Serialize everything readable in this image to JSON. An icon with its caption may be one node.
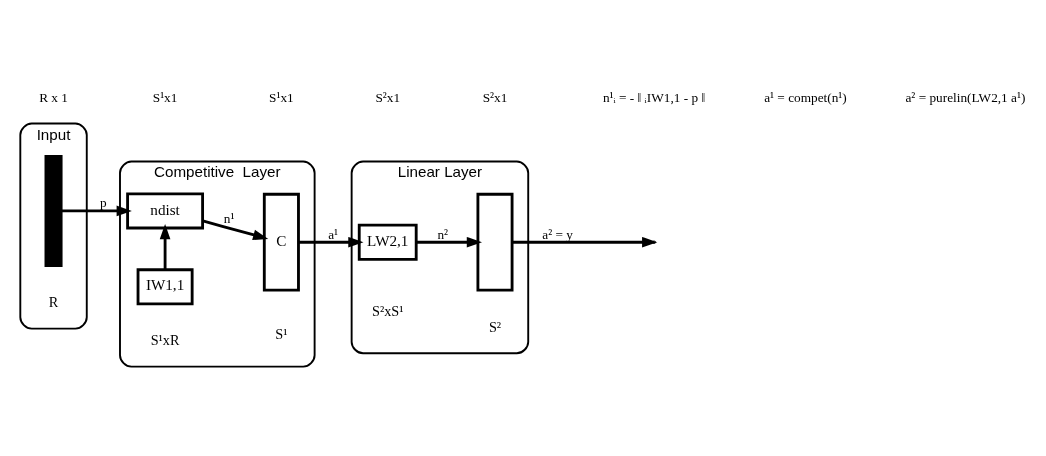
{
  "diagram": {
    "nodes": [
      {
        "text": [
          "Input"
        ]
      },
      {
        "text": [],
        "shape": "bar",
        "in": 0,
        "beside": [
          "R"
        ]
      },
      {
        "text": [
          "Competitive  Layer"
        ]
      },
      {
        "text": [
          "IW1,1"
        ],
        "in": 2,
        "beside": [
          "S¹xR"
        ]
      },
      {
        "text": [
          "ndist"
        ],
        "in": 2
      },
      {
        "text": [
          "C"
        ],
        "in": 2,
        "beside": [
          "S¹"
        ]
      },
      {
        "text": [
          "Linear Layer"
        ]
      },
      {
        "text": [
          "LW2,1"
        ],
        "in": 6,
        "beside": [
          "S²xS¹"
        ]
      },
      {
        "text": [],
        "shape": "box",
        "in": 6,
        "beside": [
          "S²"
        ]
      }
    ],
    "edges": [
      {
        "from": 1,
        "to": 4,
        "arrow": "to",
        "label": "p"
      },
      {
        "from": 3,
        "to": 4,
        "arrow": "to"
      },
      {
        "from": 4,
        "to": 5,
        "arrow": "to",
        "label": "n¹"
      },
      {
        "from": 5,
        "to": 7,
        "arrow": "to",
        "label": "a¹"
      },
      {
        "from": 7,
        "to": 8,
        "arrow": "to",
        "label": "n²"
      },
      {
        "from": 8,
        "to": null,
        "arrow": "to",
        "label": "a² = y"
      }
    ],
    "labels": [
      "R x 1",
      "S¹x1",
      "S¹x1",
      "S²x1",
      "S²x1",
      "n¹ᵢ = - ‖ ᵢIW1,1 - p ‖",
      "a¹ = compet(n¹)",
      "a² = purelin(LW2,1 a¹)"
    ]
  }
}
